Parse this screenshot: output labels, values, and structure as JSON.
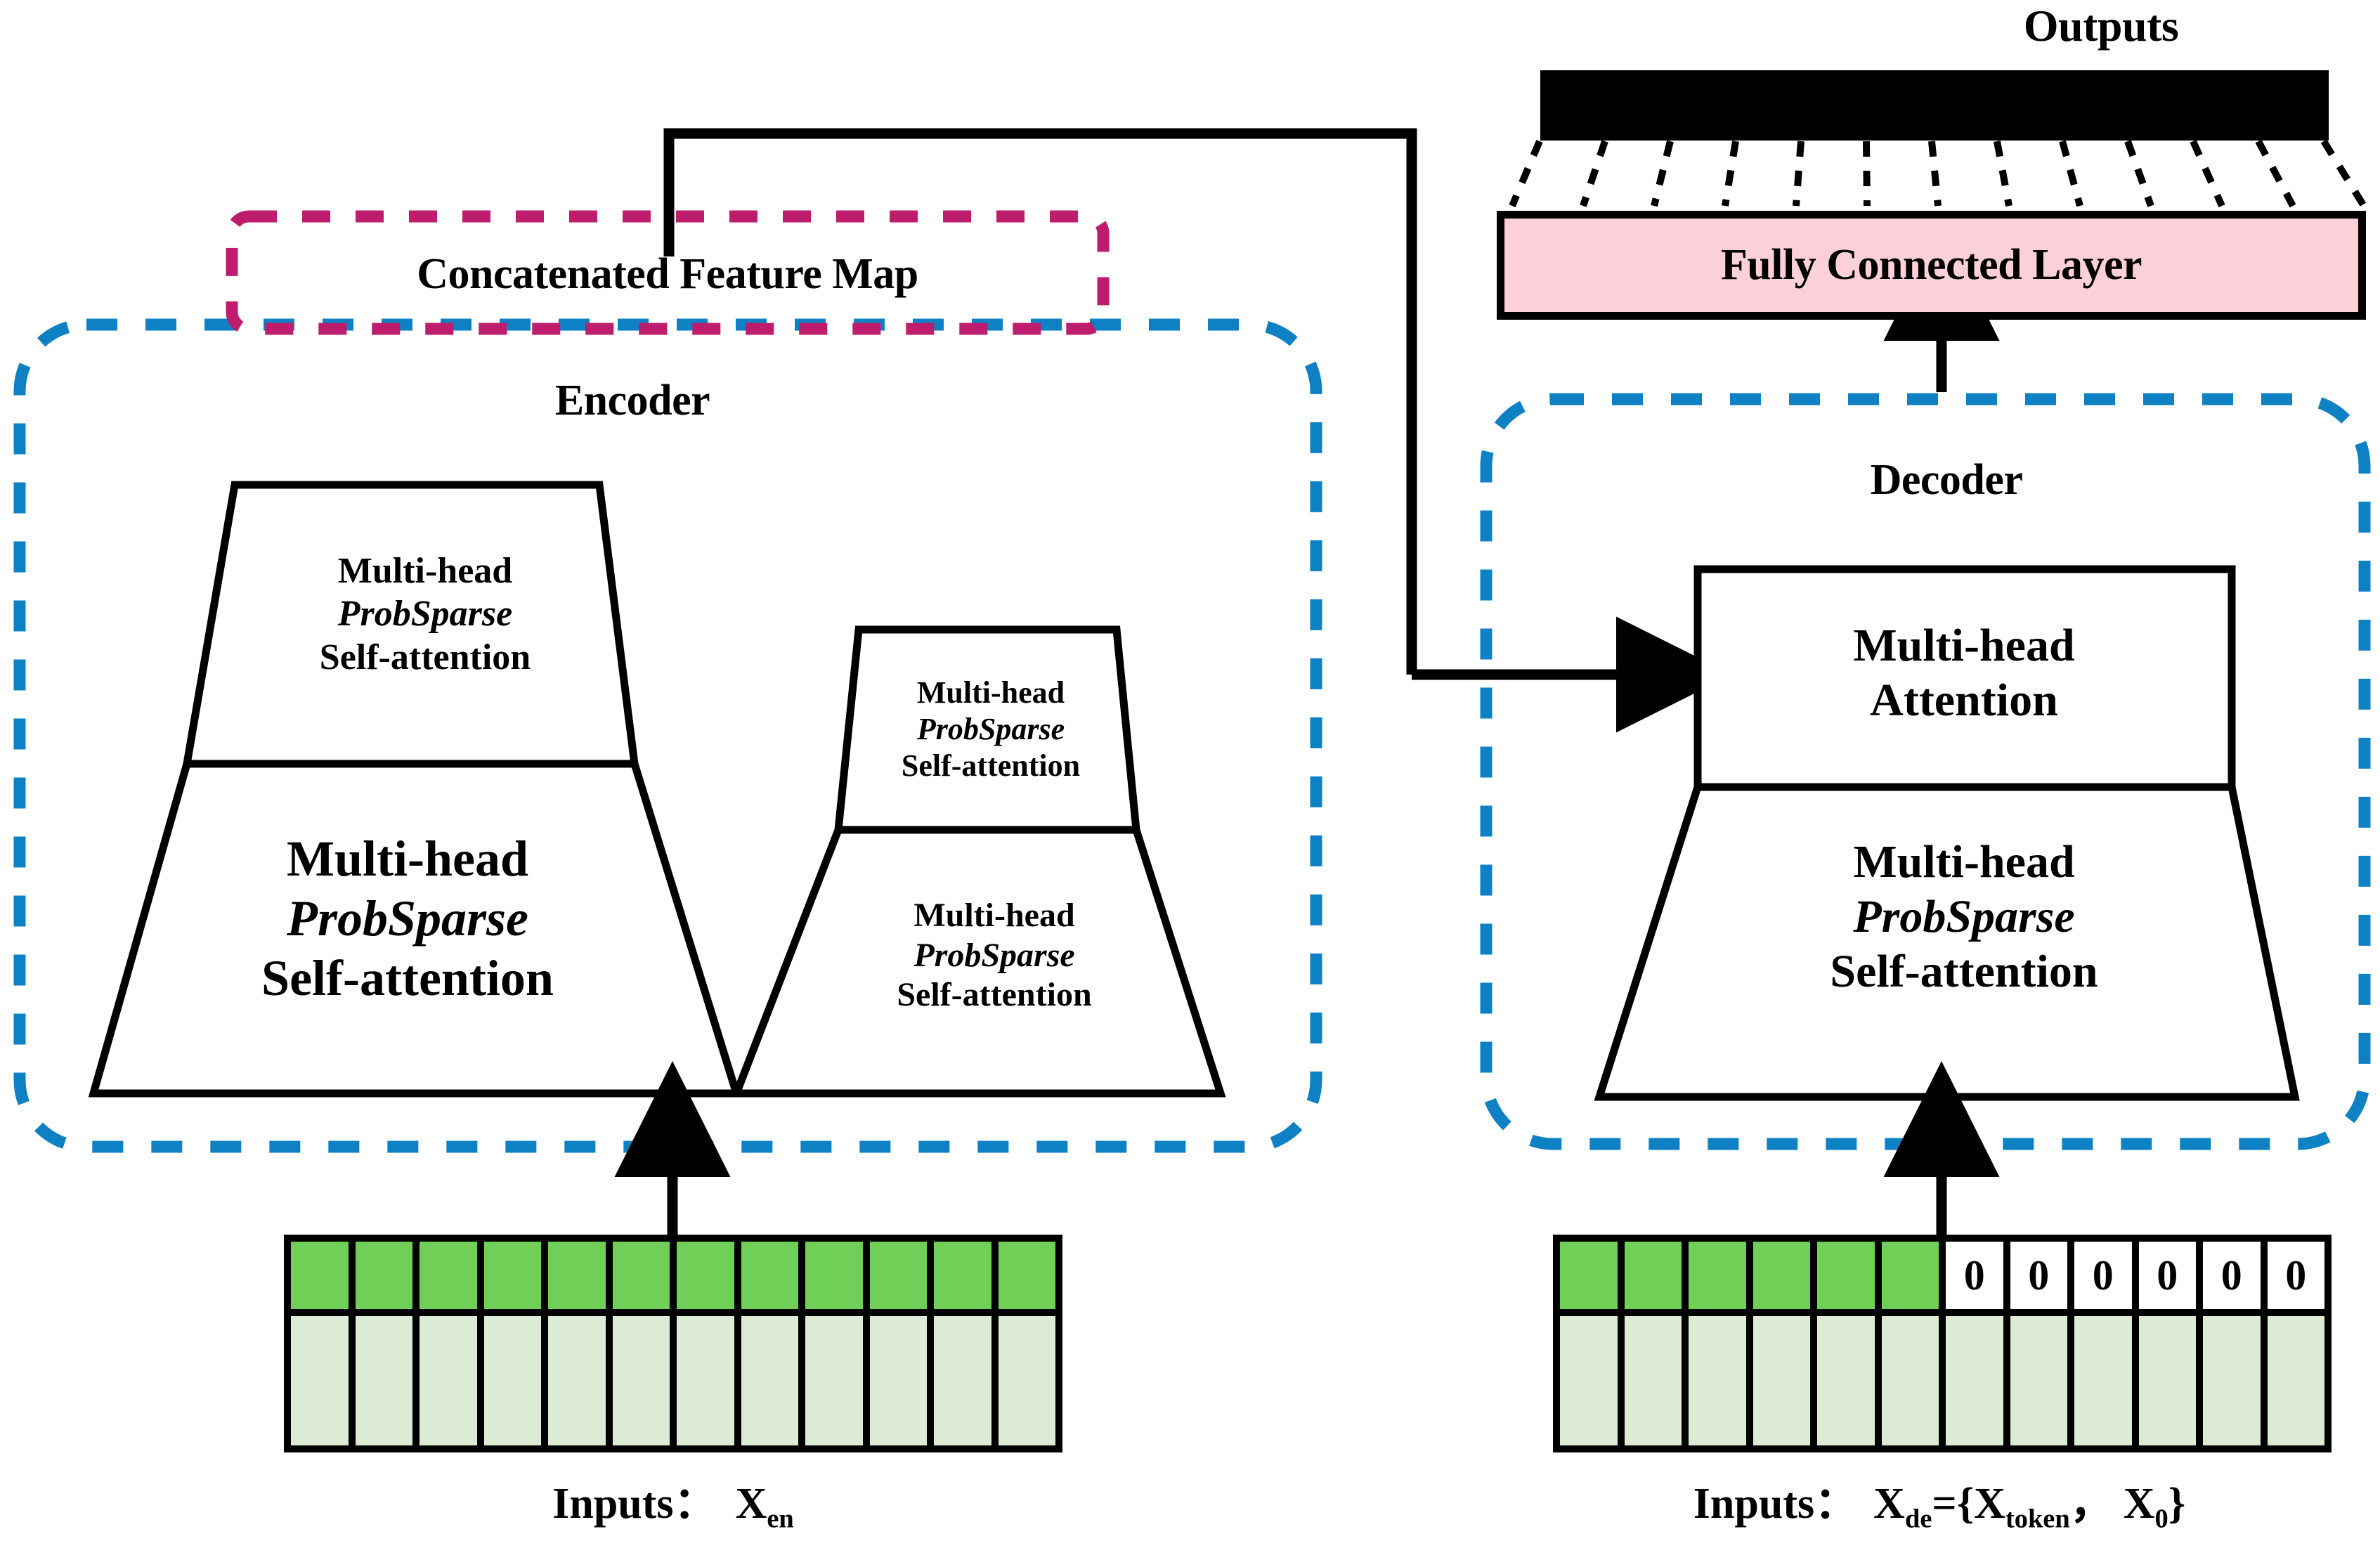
{
  "diagram": {
    "title": "Informer encoder-decoder architecture",
    "colors": {
      "encoder_border": "#0E81C4",
      "decoder_border": "#0E81C4",
      "concat_border": "#BE1D6E",
      "fc_fill": "#FBD0D8",
      "output_highlight": "#FBD277",
      "output_plain": "#FFFFFF",
      "input_token_green": "#6FCF57",
      "input_embed_green": "#DCEBD4",
      "stroke": "#000000"
    }
  },
  "outputs": {
    "label": "Outputs",
    "cells": [
      {
        "state": "plain"
      },
      {
        "state": "plain"
      },
      {
        "state": "plain"
      },
      {
        "state": "plain"
      },
      {
        "state": "plain"
      },
      {
        "state": "plain"
      },
      {
        "state": "highlight"
      },
      {
        "state": "highlight"
      },
      {
        "state": "highlight"
      },
      {
        "state": "highlight"
      },
      {
        "state": "highlight"
      },
      {
        "state": "highlight"
      }
    ]
  },
  "fully_connected": {
    "label": "Fully Connected Layer"
  },
  "concat": {
    "label": "Concatenated Feature Map"
  },
  "encoder": {
    "label": "Encoder",
    "stacks": [
      {
        "name": "main-stack",
        "blocks": [
          {
            "line1": "Multi-head",
            "line2": "ProbSparse",
            "line3": "Self-attention"
          },
          {
            "line1": "Multi-head",
            "line2": "ProbSparse",
            "line3": "Self-attention"
          }
        ]
      },
      {
        "name": "distilled-stack",
        "blocks": [
          {
            "line1": "Multi-head",
            "line2": "ProbSparse",
            "line3": "Self-attention"
          },
          {
            "line1": "Multi-head",
            "line2": "ProbSparse",
            "line3": "Self-attention"
          }
        ]
      }
    ],
    "input_label_prefix": "Inputs",
    "input_label_colon": "：",
    "input_label_var": "X",
    "input_label_sub": "en"
  },
  "decoder": {
    "label": "Decoder",
    "blocks": [
      {
        "line1": "Multi-head",
        "line2": "Attention"
      },
      {
        "line1": "Multi-head",
        "line2": "ProbSparse",
        "line3": "Self-attention"
      }
    ],
    "input_label_prefix": "Inputs",
    "input_label_colon": "：",
    "input_label_expr_1": "X",
    "input_label_sub_1": "de",
    "input_label_eq": "={",
    "input_label_expr_2": "X",
    "input_label_sub_2": "token",
    "input_label_comma": "，",
    "input_label_expr_3": "X",
    "input_label_sub_3": "0",
    "input_label_close": "}"
  },
  "encoder_input_row": {
    "token_cells": 12,
    "embed_cells": 12,
    "token_states": [
      "green",
      "green",
      "green",
      "green",
      "green",
      "green",
      "green",
      "green",
      "green",
      "green",
      "green",
      "green"
    ]
  },
  "decoder_input_row": {
    "token_cells": 12,
    "embed_cells": 12,
    "token_states": [
      "green",
      "green",
      "green",
      "green",
      "green",
      "green",
      "zero",
      "zero",
      "zero",
      "zero",
      "zero",
      "zero"
    ],
    "zero_label": "0"
  }
}
